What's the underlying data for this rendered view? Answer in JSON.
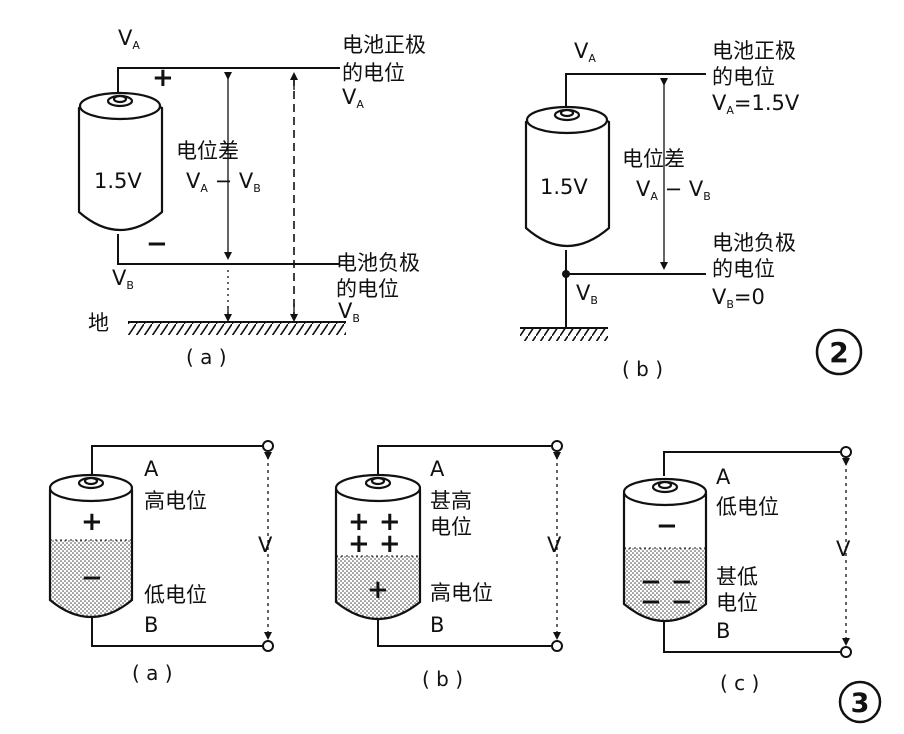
{
  "fig2": {
    "a": {
      "va": "V",
      "va_sub": "A",
      "vb": "V",
      "vb_sub": "B",
      "plus": "+",
      "minus": "−",
      "voltage": "1.5V",
      "diff_1": "电位差",
      "diff_2_v1": "V",
      "diff_2_s1": "A",
      "diff_2_mid": " − ",
      "diff_2_v2": "V",
      "diff_2_s2": "B",
      "pos_1": "电池正极",
      "pos_2": "的电位",
      "pos_3_v": "V",
      "pos_3_s": "A",
      "neg_1": "电池负极",
      "neg_2": "的电位",
      "neg_3_v": "V",
      "neg_3_s": "B",
      "ground": "地",
      "caption": "( a )"
    },
    "b": {
      "va": "V",
      "va_sub": "A",
      "vb": "V",
      "vb_sub": "B",
      "voltage": "1.5V",
      "diff_1": "电位差",
      "diff_2_v1": "V",
      "diff_2_s1": "A",
      "diff_2_mid": " − ",
      "diff_2_v2": "V",
      "diff_2_s2": "B",
      "pos_1": "电池正极",
      "pos_2": "的电位",
      "pos_3_v": "V",
      "pos_3_s": "A",
      "pos_3_eq": "=1.5V",
      "neg_1": "电池负极",
      "neg_2": "的电位",
      "neg_3_v": "V",
      "neg_3_s": "B",
      "neg_3_eq": "=0",
      "caption": "( b )"
    },
    "number": "2"
  },
  "fig3": {
    "a": {
      "top": "A",
      "bottom": "B",
      "v": "V",
      "upper_label": "高电位",
      "lower_label": "低电位",
      "upper_sign": "+",
      "lower_sign": "−",
      "caption": "( a )"
    },
    "b": {
      "top": "A",
      "bottom": "B",
      "v": "V",
      "upper_label_1": "甚高",
      "upper_label_2": "电位",
      "lower_label": "高电位",
      "upper_signs": "+ +",
      "lower_sign": "+",
      "caption": "( b )"
    },
    "c": {
      "top": "A",
      "bottom": "B",
      "v": "V",
      "upper_label": "低电位",
      "lower_label_1": "甚低",
      "lower_label_2": "电位",
      "upper_sign": "−",
      "lower_signs": "− −",
      "caption": "( c )"
    },
    "number": "3"
  }
}
